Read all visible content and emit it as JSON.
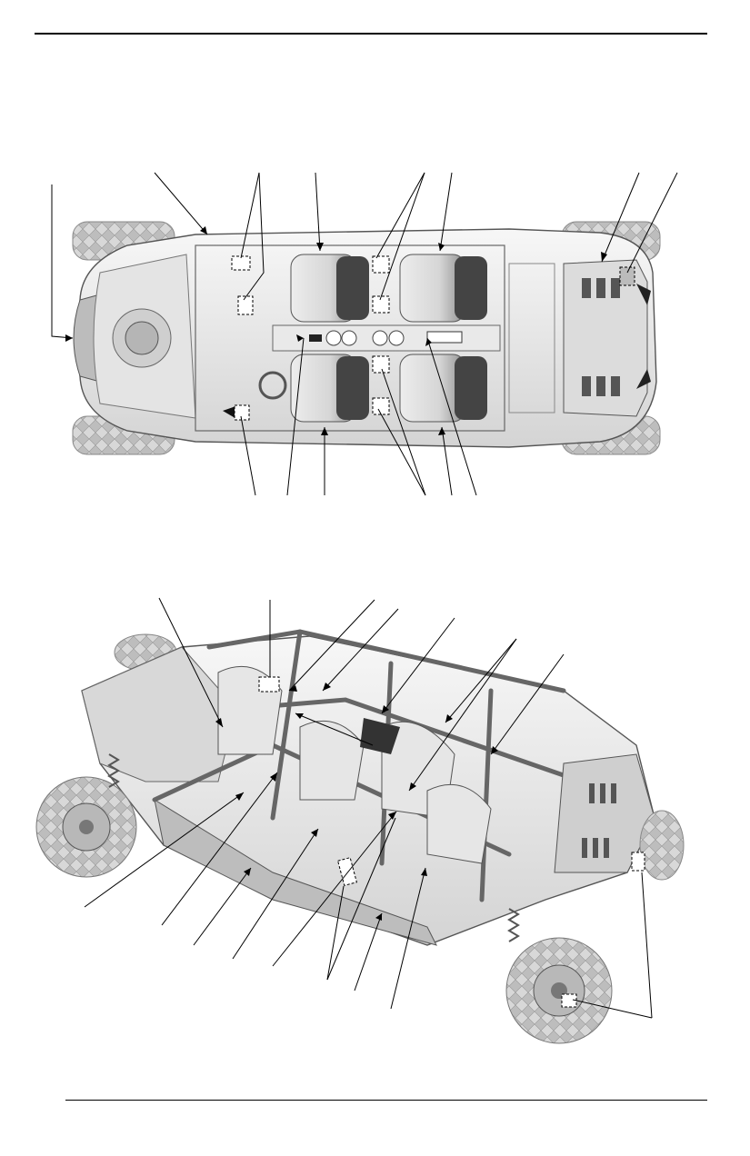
{
  "page": {
    "header_rule": true,
    "footer_rule": true
  },
  "figures": [
    {
      "id": "top-view",
      "description_icon": "vehicle-top-view-illustration",
      "callout_count_top": 8,
      "callout_count_bottom": 6
    },
    {
      "id": "iso-view",
      "description_icon": "vehicle-isometric-illustration",
      "callout_count_top": 6,
      "callout_count_bottom": 9
    }
  ],
  "colors": {
    "line": "#000000",
    "body_light": "#f2f2f2",
    "body_mid": "#d9d9d9",
    "body_dark": "#a6a6a6",
    "tire": "#cfcfcf",
    "label_fill": "#ffffff"
  }
}
